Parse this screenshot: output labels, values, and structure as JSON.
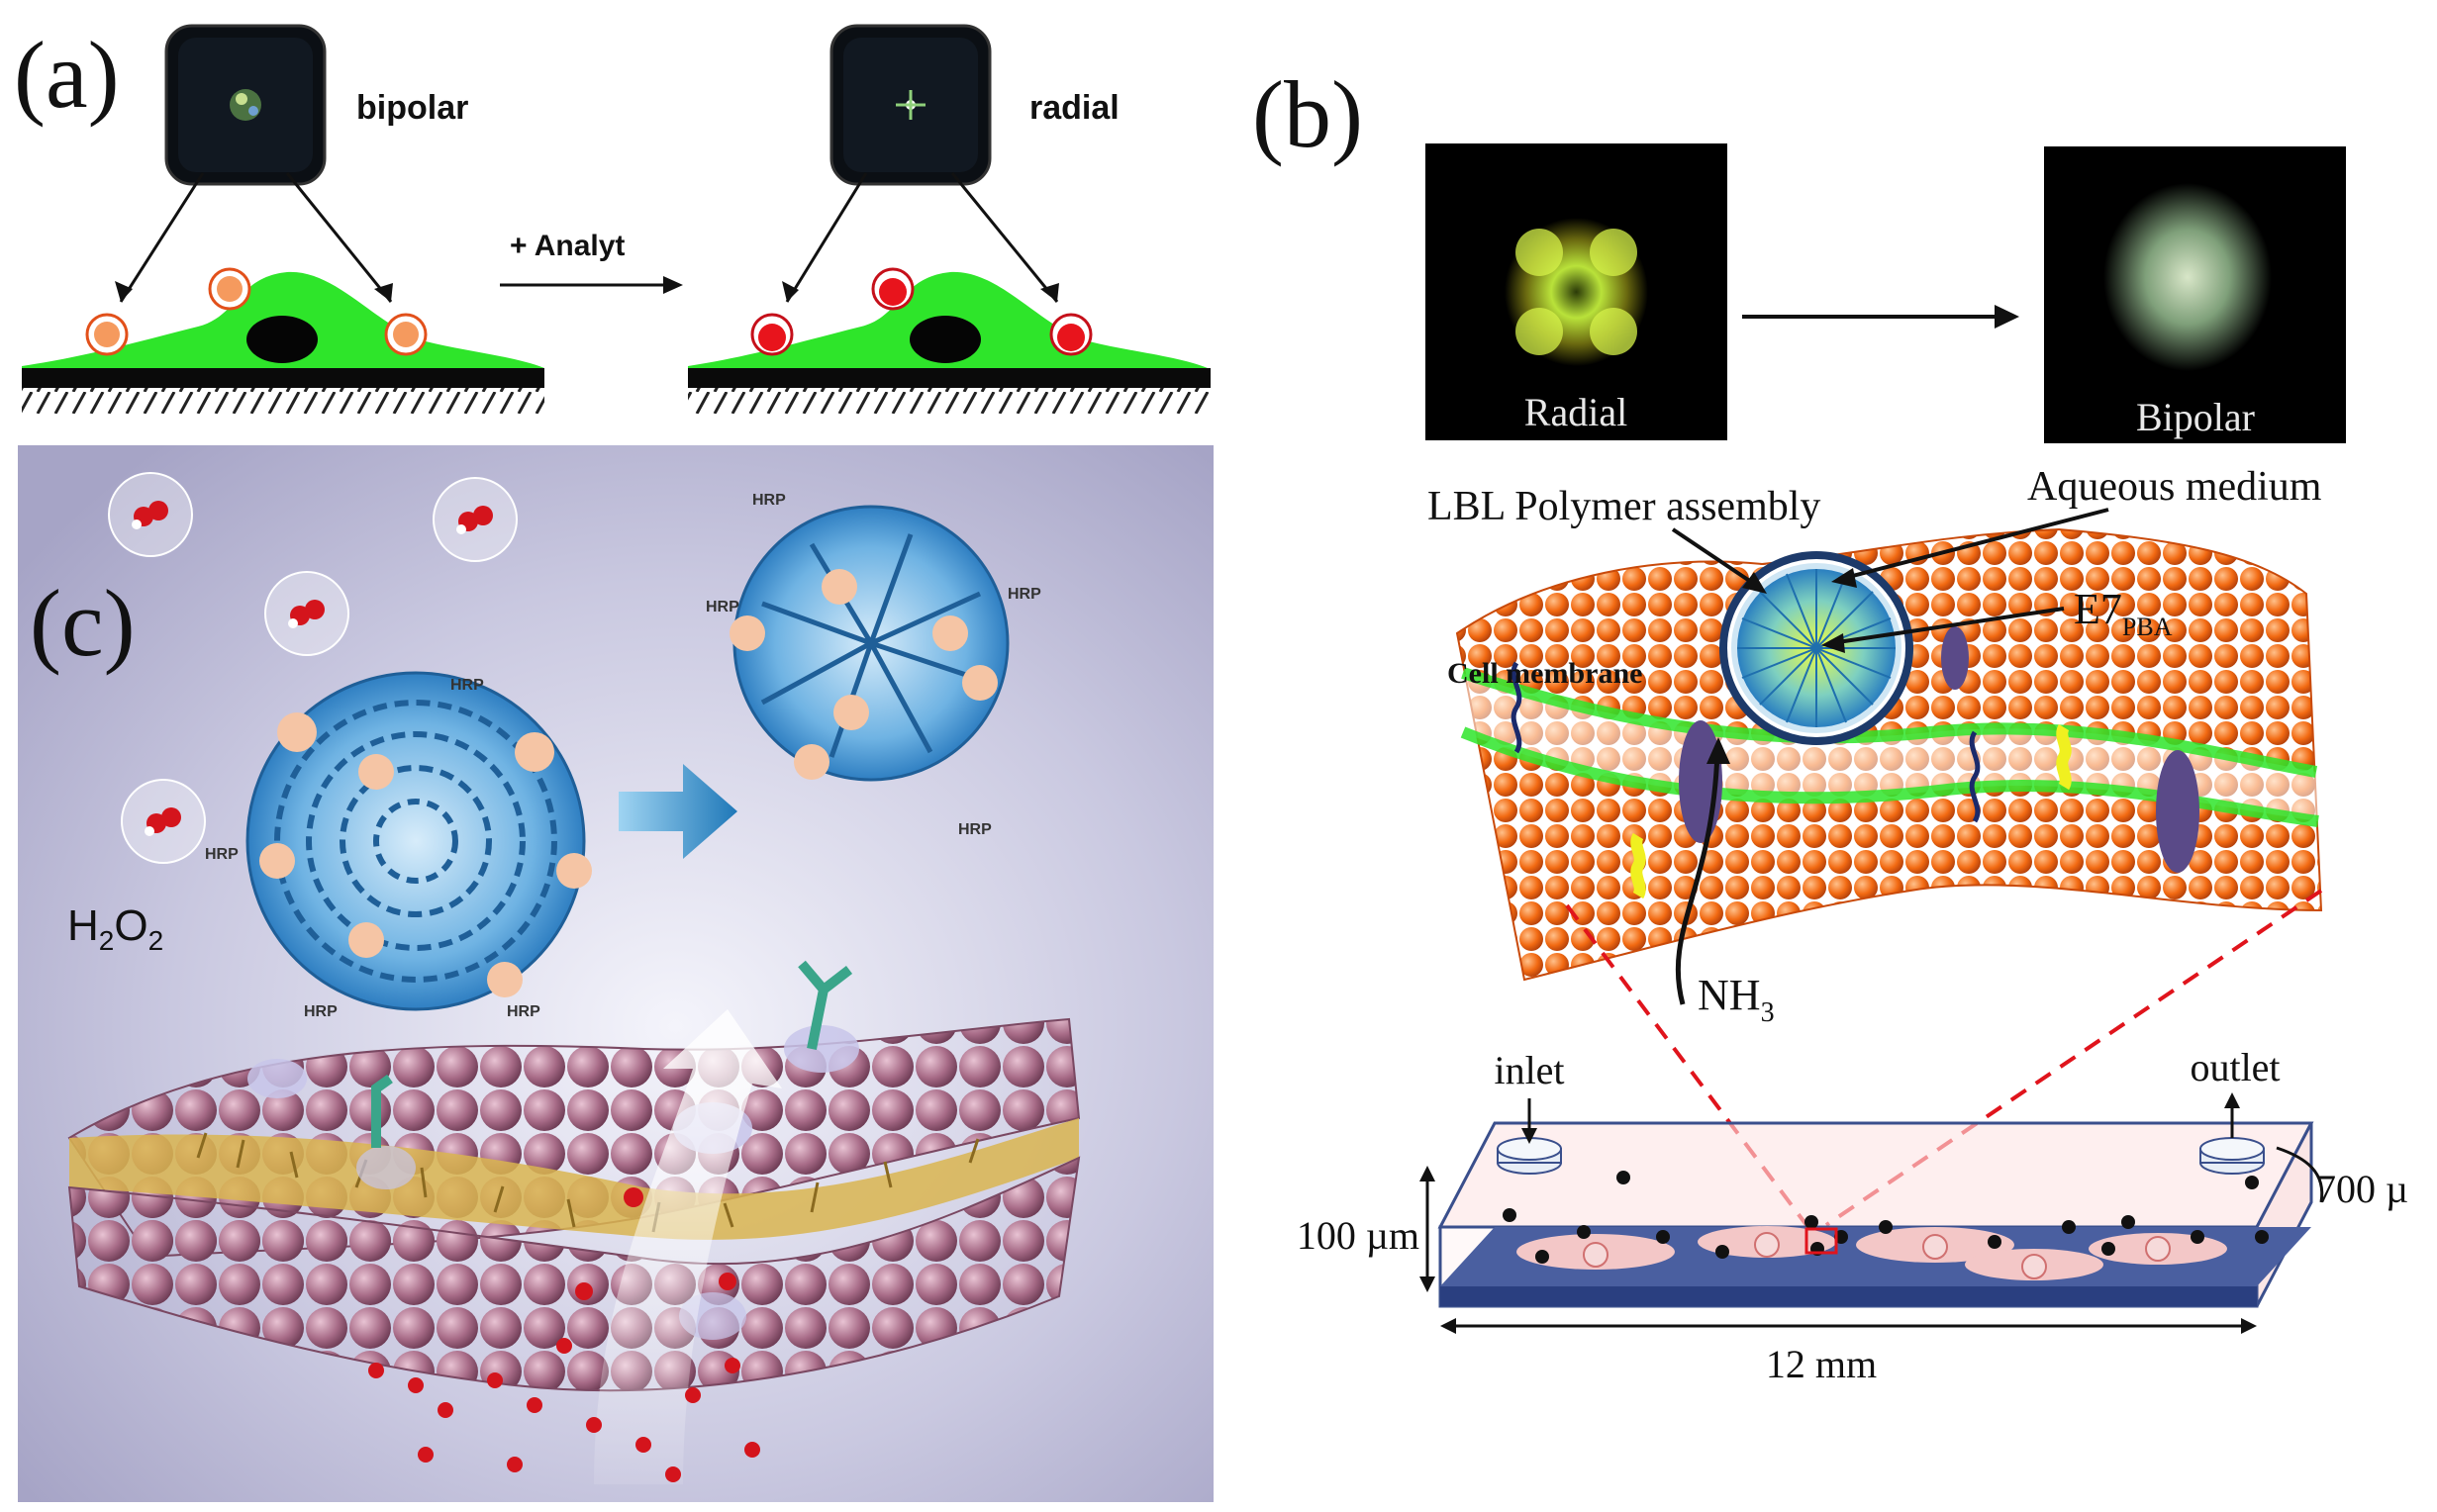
{
  "panel_a": {
    "label": "(a)",
    "left_state": "bipolar",
    "right_state": "radial",
    "arrow_text": "+ Analyt"
  },
  "panel_b": {
    "label": "(b)",
    "image_left_caption": "Radial",
    "image_right_caption": "Bipolar",
    "label_lbl": "LBL Polymer assembly",
    "label_aqueous": "Aqueous medium",
    "label_e7": "E7",
    "label_e7_sub": "PBA",
    "label_membrane": "Cell membrane",
    "label_nh3": "NH",
    "label_nh3_sub": "3",
    "label_inlet": "inlet",
    "label_outlet": "outlet",
    "dim_height": "100 µm",
    "dim_width": "12 mm",
    "dim_depth": "700 µ"
  },
  "panel_c": {
    "label": "(c)",
    "h2o2": "H",
    "h2o2_sub1": "2",
    "h2o2_mid": "O",
    "h2o2_sub2": "2",
    "enzyme": "HRP"
  },
  "colors": {
    "membrane_green": "#2ee52a",
    "lipid_orange": "#f26a12",
    "droplet_blue": "#3a8fd0",
    "cell_pink": "#a86c88",
    "red_dot": "#e0141c"
  }
}
